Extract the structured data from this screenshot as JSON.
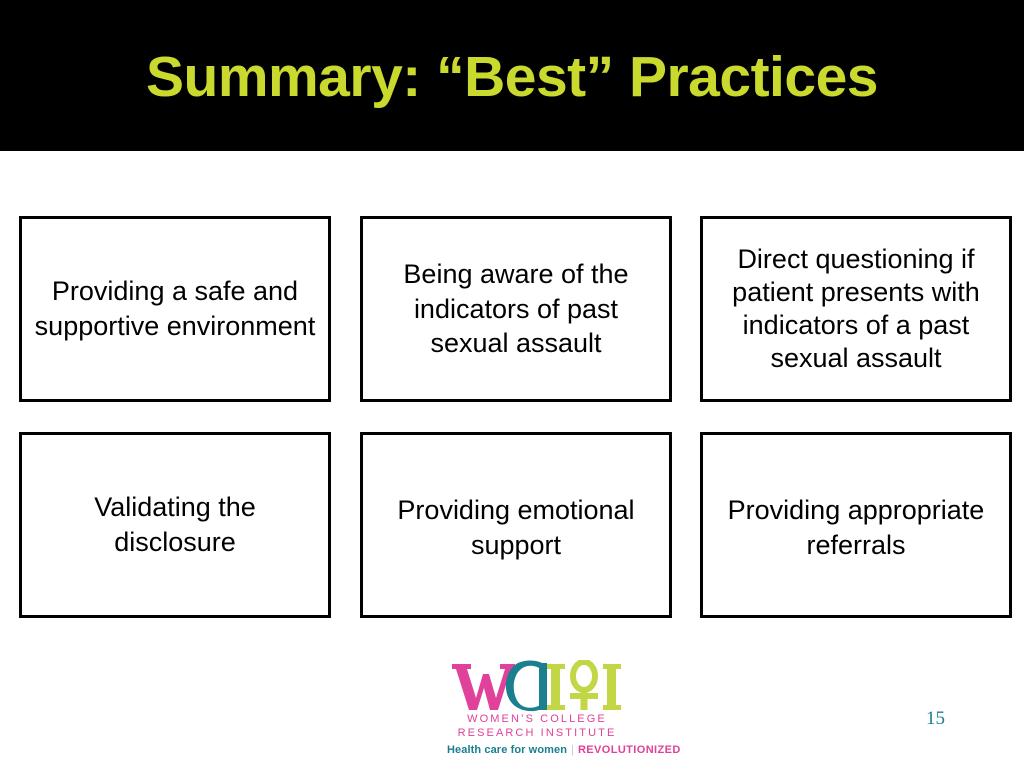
{
  "slide": {
    "title": "Summary: “Best” Practices",
    "title_color": "#c9d92e",
    "title_band_color": "#000000",
    "background_color": "#ffffff",
    "page_number": "15",
    "page_number_color": "#1a7f8e"
  },
  "boxes": [
    {
      "id": "box-1",
      "text": "Providing a safe and supportive environment",
      "row": 1,
      "col": 1
    },
    {
      "id": "box-2",
      "text": "Being aware of the indicators of past sexual assault",
      "row": 1,
      "col": 2
    },
    {
      "id": "box-3",
      "text": "Direct questioning if patient presents with indicators of a past sexual assault",
      "row": 1,
      "col": 3
    },
    {
      "id": "box-4",
      "text": "Validating the disclosure",
      "row": 2,
      "col": 1
    },
    {
      "id": "box-5",
      "text": "Providing emotional support",
      "row": 2,
      "col": 2
    },
    {
      "id": "box-6",
      "text": "Providing appropriate referrals",
      "row": 2,
      "col": 3
    }
  ],
  "logo": {
    "wordmark": "WCRI",
    "letter_w": "W",
    "letter_c": "C",
    "letters_ri": "RI",
    "line1": "WOMEN’S COLLEGE",
    "line2": "RESEARCH INSTITUTE",
    "tagline_left": "Health care for women",
    "tagline_separator": "|",
    "tagline_right": "REVOLUTIONIZED",
    "color_magenta": "#e0419a",
    "color_teal": "#1a7f8e",
    "color_lime": "#c3d646"
  }
}
